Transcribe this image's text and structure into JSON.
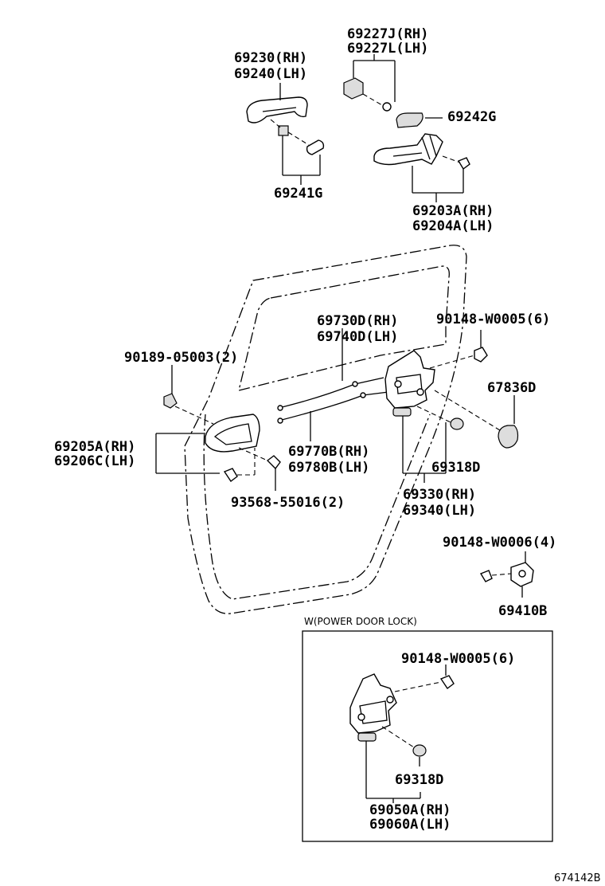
{
  "labels": {
    "p69227j": "69227J(RH)",
    "p69227l": "69227L(LH)",
    "p69230": "69230(RH)",
    "p69240": "69240(LH)",
    "p69242g": "69242G",
    "p69241g": "69241G",
    "p69203a": "69203A(RH)",
    "p69204a": "69204A(LH)",
    "p69730d": "69730D(RH)",
    "p69740d": "69740D(LH)",
    "p90148_5_top": "90148-W0005(6)",
    "p90189": "90189-05003(2)",
    "p67836d": "67836D",
    "p69205a": "69205A(RH)",
    "p69206c": "69206C(LH)",
    "p69770b": "69770B(RH)",
    "p69780b": "69780B(LH)",
    "p69318d_top": "69318D",
    "p93568": "93568-55016(2)",
    "p69330": "69330(RH)",
    "p69340": "69340(LH)",
    "p90148_6": "90148-W0006(4)",
    "p69410b": "69410B",
    "p90148_5_box": "90148-W0005(6)",
    "p69318d_box": "69318D",
    "p69050a": "69050A(RH)",
    "p69060a": "69060A(LH)"
  },
  "box_title": "W(POWER DOOR LOCK)",
  "ref_code": "674142B"
}
